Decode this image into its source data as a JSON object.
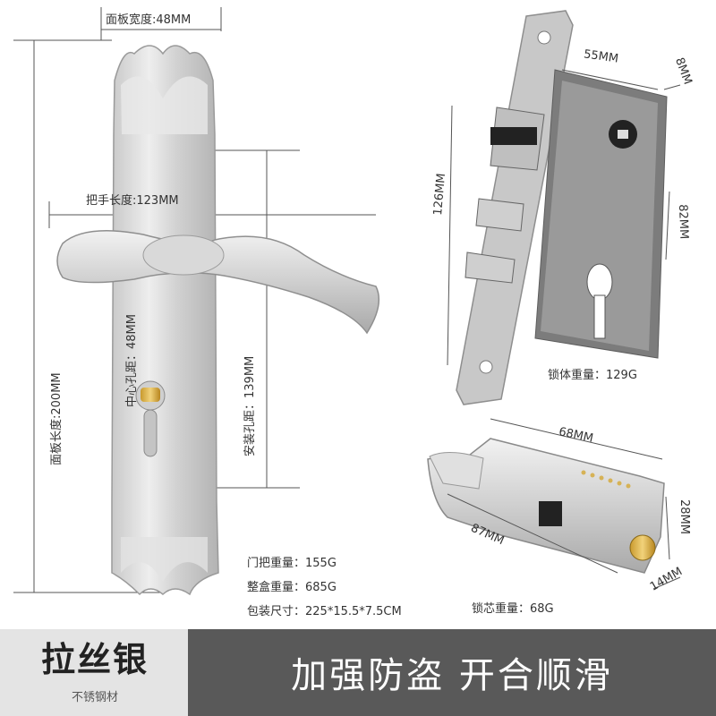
{
  "product": {
    "panel_width_label": "面板宽度:48MM",
    "handle_length_label": "把手长度:123MM",
    "panel_length_label": "面板长度:200MM",
    "center_hole_label": "中心孔距：48MM",
    "install_hole_label": "安装孔距：139MM"
  },
  "lock_body": {
    "width_label": "55MM",
    "depth_label": "8MM",
    "height_label": "126MM",
    "inner_height_label": "82MM",
    "weight_label": "锁体重量：129G"
  },
  "cylinder": {
    "length_label": "68MM",
    "total_label": "87MM",
    "height_label": "28MM",
    "width_label": "14MM",
    "weight_label": "锁芯重量：68G"
  },
  "specs": [
    "门把重量：155G",
    "整盒重量：685G",
    "包装尺寸：225*15.5*7.5CM"
  ],
  "badge": {
    "title": "拉丝银",
    "subtitle": "不锈钢材"
  },
  "slogan": "加强防盗  开合顺滑"
}
